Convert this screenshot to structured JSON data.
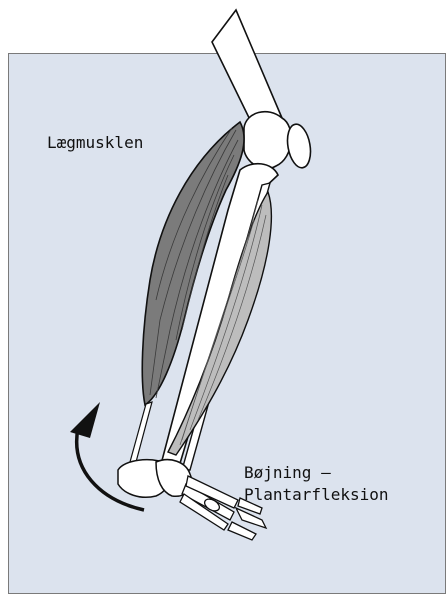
{
  "labels": {
    "muscle": "Lægmusklen",
    "motion_line1": "Bøjning –",
    "motion_line2": "Plantarfleksion"
  },
  "colors": {
    "panel": "#dce3ee",
    "bone": "#ffffff",
    "muscle_dark": "#7b7b7b",
    "muscle_light": "#bdbdbd",
    "outline": "#111111"
  }
}
